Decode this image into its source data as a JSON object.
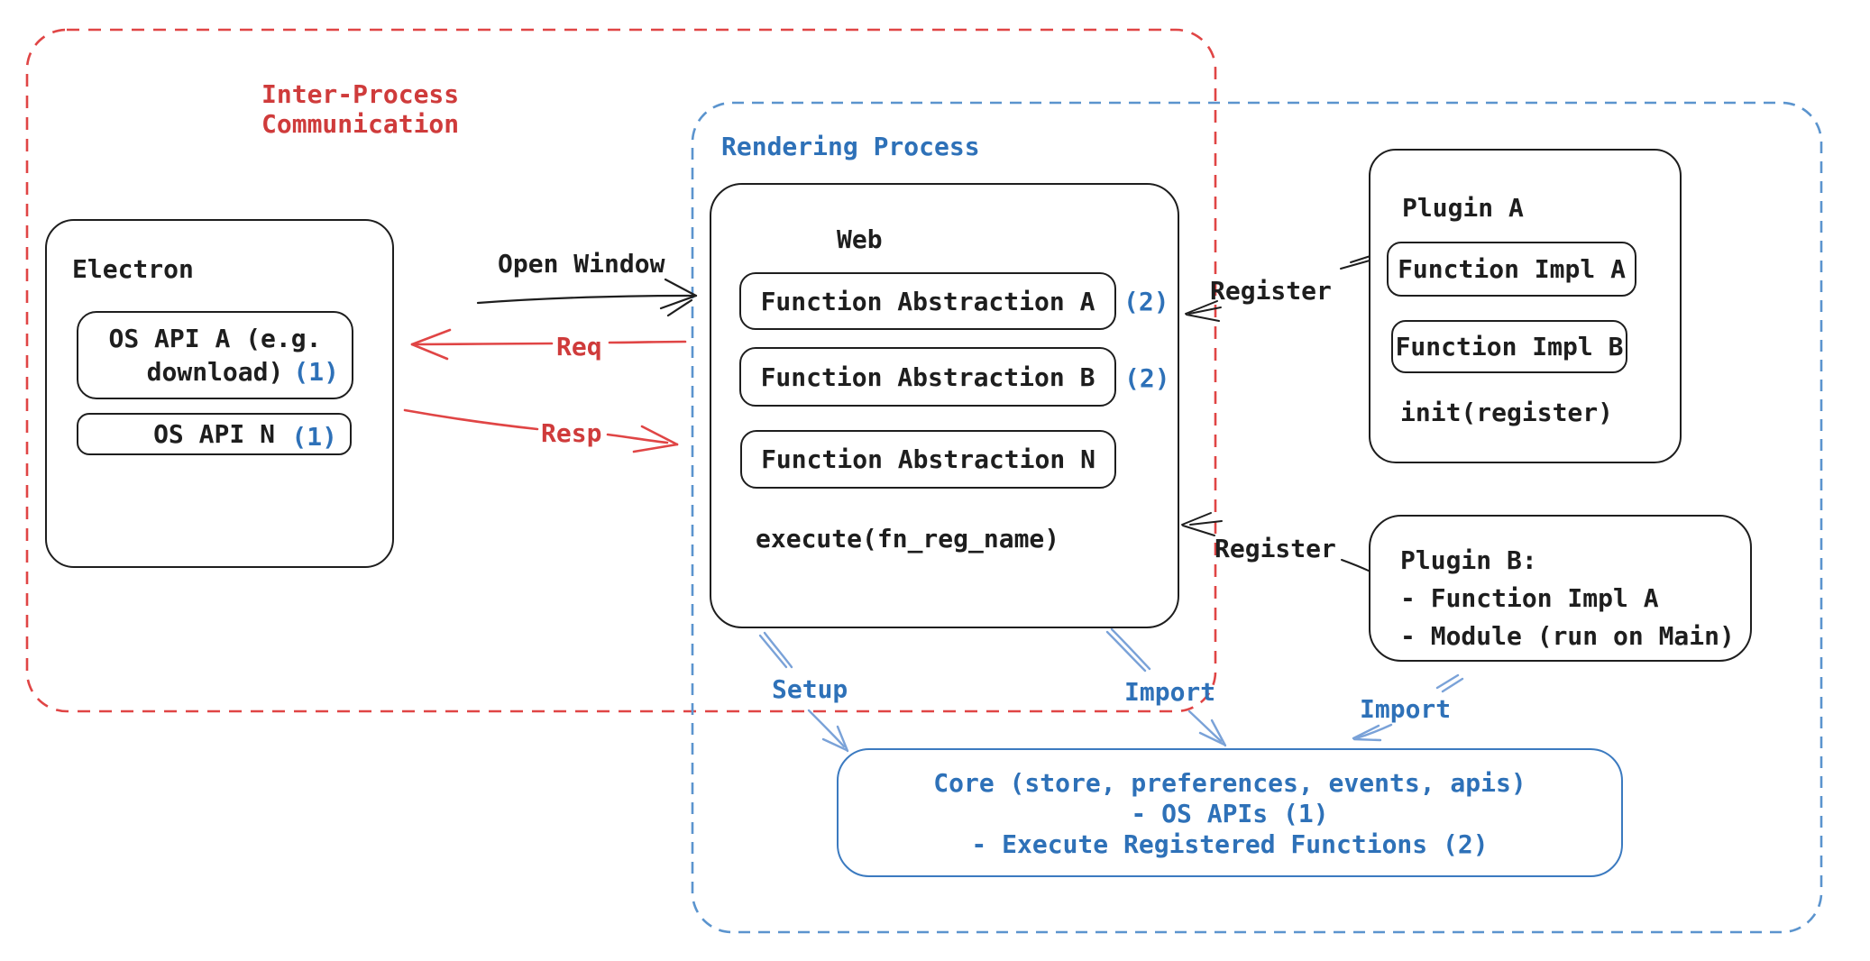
{
  "diagram": {
    "ipc": {
      "label_line1": "Inter-Process",
      "label_line2": "Communication"
    },
    "rendering": {
      "label": "Rendering Process"
    },
    "electron": {
      "title": "Electron",
      "os_api_a_line1": "OS API A (e.g.",
      "os_api_a_line2": "download)",
      "os_api_a_badge": "(1)",
      "os_api_n": "OS API N",
      "os_api_n_badge": "(1)"
    },
    "web": {
      "title": "Web",
      "fa_a": "Function Abstraction A",
      "fa_a_badge": "(2)",
      "fa_b": "Function Abstraction B",
      "fa_b_badge": "(2)",
      "fa_n": "Function Abstraction N",
      "execute": "execute(fn_reg_name)"
    },
    "plugin_a": {
      "title": "Plugin A",
      "impl_a": "Function Impl A",
      "impl_b": "Function Impl B",
      "init": "init(register)"
    },
    "plugin_b": {
      "line1": "Plugin B:",
      "line2": "- Function Impl A",
      "line3": "- Module (run on Main)"
    },
    "core": {
      "line1": "Core (store, preferences, events, apis)",
      "line2": "- OS APIs (1)",
      "line3": "- Execute Registered Functions (2)"
    },
    "arrows": {
      "open_window": "Open Window",
      "req": "Req",
      "resp": "Resp",
      "register_top": "Register",
      "register_bottom": "Register",
      "setup": "Setup",
      "import_left": "Import",
      "import_right": "Import"
    },
    "colors": {
      "black": "#1e1e1e",
      "red_text": "#cf3b3b",
      "red_stroke": "#e04545",
      "blue_text": "#2e71b8",
      "blue_dash": "#5b94ce",
      "blue_arrow": "#7aa2d8",
      "core_border": "#3b7ac0"
    }
  }
}
